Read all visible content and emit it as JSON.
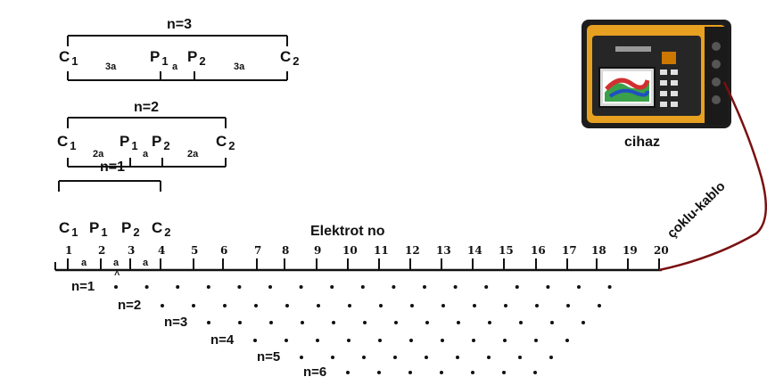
{
  "configs": [
    {
      "label": "n=3",
      "c1": {
        "base": "C",
        "sub": "1"
      },
      "p1": {
        "base": "P",
        "sub": "1"
      },
      "p2": {
        "base": "P",
        "sub": "2"
      },
      "c2": {
        "base": "C",
        "sub": "2"
      },
      "spacing_left": "3a",
      "spacing_mid": "a",
      "spacing_right": "3a"
    },
    {
      "label": "n=2",
      "c1": {
        "base": "C",
        "sub": "1"
      },
      "p1": {
        "base": "P",
        "sub": "1"
      },
      "p2": {
        "base": "P",
        "sub": "2"
      },
      "c2": {
        "base": "C",
        "sub": "2"
      },
      "spacing_left": "2a",
      "spacing_mid": "a",
      "spacing_right": "2a"
    },
    {
      "label": "n=1",
      "c1": {
        "base": "C",
        "sub": "1"
      },
      "p1": {
        "base": "P",
        "sub": "1"
      },
      "p2": {
        "base": "P",
        "sub": "2"
      },
      "c2": {
        "base": "C",
        "sub": "2"
      },
      "spacing": [
        "a",
        "a",
        "a"
      ]
    }
  ],
  "electrode_axis": {
    "title": "Elektrot no",
    "electrodes": [
      "1",
      "2",
      "3",
      "4",
      "5",
      "6",
      "7",
      "8",
      "9",
      "10",
      "11",
      "12",
      "13",
      "14",
      "15",
      "16",
      "17",
      "18",
      "19",
      "20"
    ]
  },
  "levels": [
    {
      "label": "n=1",
      "points": 17
    },
    {
      "label": "n=2",
      "points": 15
    },
    {
      "label": "n=3",
      "points": 13
    },
    {
      "label": "n=4",
      "points": 11
    },
    {
      "label": "n=5",
      "points": 9
    },
    {
      "label": "n=6",
      "points": 7
    }
  ],
  "device": {
    "label": "cihaz"
  },
  "cable": {
    "label": "çoklu-kablo"
  },
  "colors": {
    "cable": "#7a1010",
    "device_body": "#e8a020",
    "device_trim": "#222222"
  }
}
